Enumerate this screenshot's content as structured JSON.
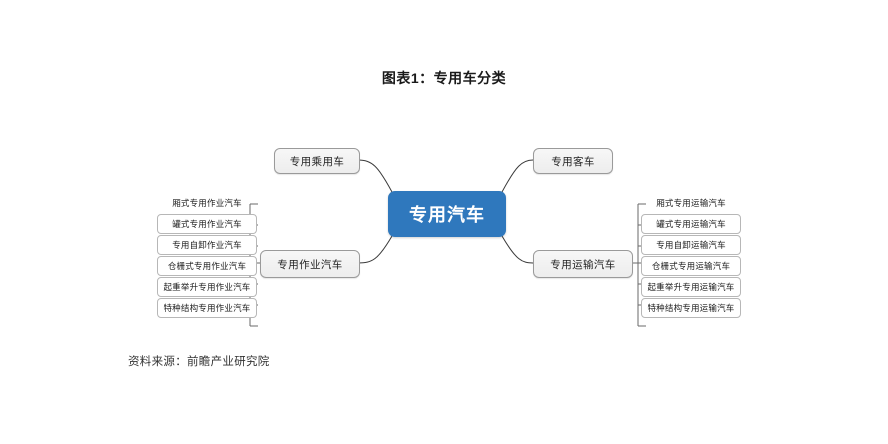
{
  "title": "图表1：专用车分类",
  "source": "资料来源：前瞻产业研究院",
  "colors": {
    "center_fill": "#2F78BD",
    "center_text": "#FFFFFF",
    "branch_fill": "#EDEDED",
    "branch_border": "#9A9A9A",
    "leaf_border": "#B7B7B7",
    "connector": "#3A3A3A",
    "background": "#FFFFFF"
  },
  "mindmap": {
    "center": {
      "label": "专用汽车"
    },
    "branches": [
      {
        "id": "passenger",
        "label": "专用乘用车",
        "position": "top-left",
        "leaves": []
      },
      {
        "id": "bus",
        "label": "专用客车",
        "position": "top-right",
        "leaves": []
      },
      {
        "id": "operation",
        "label": "专用作业汽车",
        "position": "bottom-left",
        "leaves": [
          {
            "label": "厢式专用作业汽车"
          },
          {
            "label": "罐式专用作业汽车"
          },
          {
            "label": "专用自卸作业汽车"
          },
          {
            "label": "仓栅式专用作业汽车"
          },
          {
            "label": "起重举升专用作业汽车"
          },
          {
            "label": "特种结构专用作业汽车"
          }
        ]
      },
      {
        "id": "transport",
        "label": "专用运输汽车",
        "position": "bottom-right",
        "leaves": [
          {
            "label": "厢式专用运输汽车"
          },
          {
            "label": "罐式专用运输汽车"
          },
          {
            "label": "专用自卸运输汽车"
          },
          {
            "label": "仓栅式专用运输汽车"
          },
          {
            "label": "起重举升专用运输汽车"
          },
          {
            "label": "特种结构专用运输汽车"
          }
        ]
      }
    ]
  }
}
